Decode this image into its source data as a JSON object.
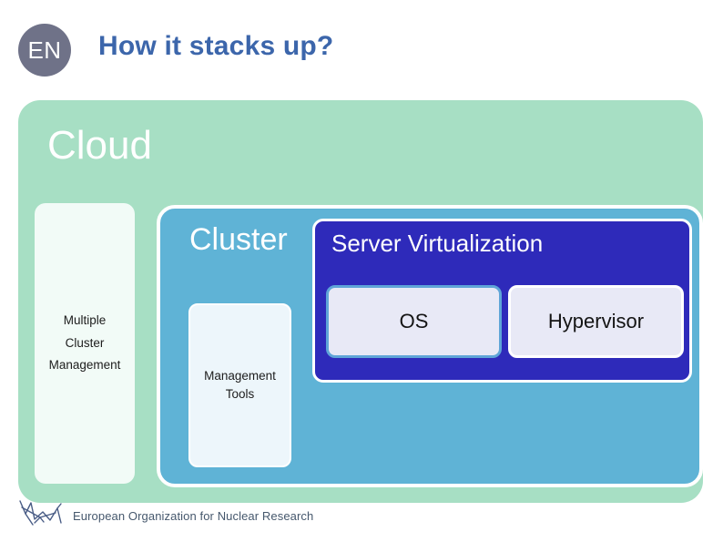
{
  "header": {
    "logo_badge_text": "EN",
    "logo_badge_color": "#6f7288",
    "title": "How it stacks up?",
    "title_color": "#3c66ab"
  },
  "diagram": {
    "cloud": {
      "label": "Cloud",
      "color": "#a7dfc4",
      "text_color": "#ffffff"
    },
    "multiple_cluster_management": {
      "label": "Multiple\nCluster\nManagement",
      "color": "#f2fbf7",
      "text_color": "#1d1d1d"
    },
    "cluster": {
      "label": "Cluster",
      "color": "#5fb3d6",
      "text_color": "#ffffff"
    },
    "management_tools": {
      "label": "Management\nTools",
      "color": "#edf6fb",
      "text_color": "#1d1d1d"
    },
    "server_virtualization": {
      "label": "Server Virtualization",
      "color": "#2e2aba",
      "text_color": "#ffffff"
    },
    "os": {
      "label": "OS",
      "color": "#e8e9f6",
      "border_color": "#5fa5d8",
      "text_color": "#141414"
    },
    "hypervisor": {
      "label": "Hypervisor",
      "color": "#e8e9f6",
      "border_color": "#ffffff",
      "text_color": "#141414"
    }
  },
  "footer": {
    "organization": "European Organization for Nuclear Research",
    "text_color": "#46586d",
    "logo_name": "cern-sketch-logo"
  }
}
